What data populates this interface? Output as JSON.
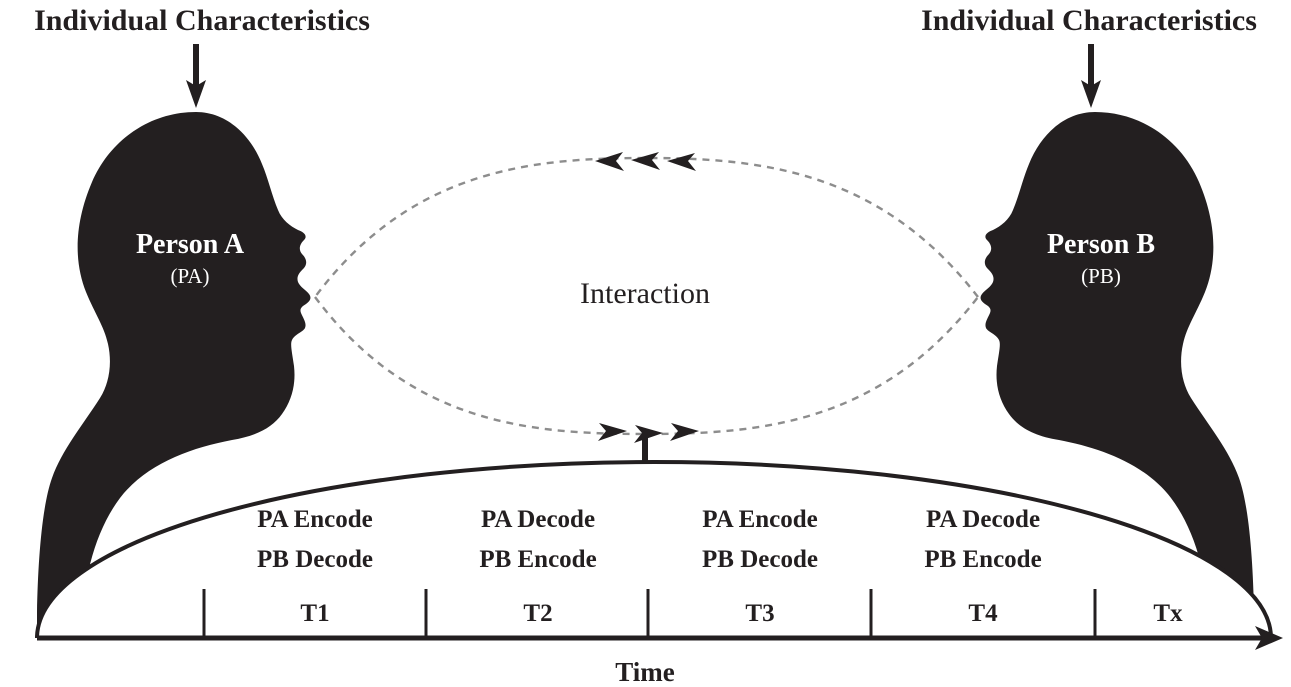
{
  "figure": {
    "title": "Dyadic interaction encode/decode timeline diagram",
    "background_color": "#ffffff",
    "ink_color": "#231f20",
    "dashed_color": "#8d8d8d",
    "silhouette_color": "#231f20"
  },
  "headers": {
    "left": "Individual Characteristics",
    "right": "Individual Characteristics"
  },
  "persons": [
    {
      "name": "Person A",
      "abbr": "(PA)",
      "side": "left"
    },
    {
      "name": "Person B",
      "abbr": "(PB)",
      "side": "right"
    }
  ],
  "center": {
    "label": "Interaction"
  },
  "timeline": {
    "axis_label": "Time",
    "segments": [
      {
        "tick": "T1",
        "line1": "PA Encode",
        "line2": "PB Decode"
      },
      {
        "tick": "T2",
        "line1": "PA Decode",
        "line2": "PB Encode"
      },
      {
        "tick": "T3",
        "line1": "PA Encode",
        "line2": "PB Decode"
      },
      {
        "tick": "T4",
        "line1": "PA Decode",
        "line2": "PB Encode"
      },
      {
        "tick": "Tx",
        "line1": "",
        "line2": ""
      }
    ]
  },
  "icons": {
    "down_arrow": "down-arrow-icon",
    "right_arrowhead": "right-arrowhead-icon",
    "left_arrowhead": "left-arrowhead-icon",
    "time_axis_arrow": "right-arrow-icon"
  }
}
